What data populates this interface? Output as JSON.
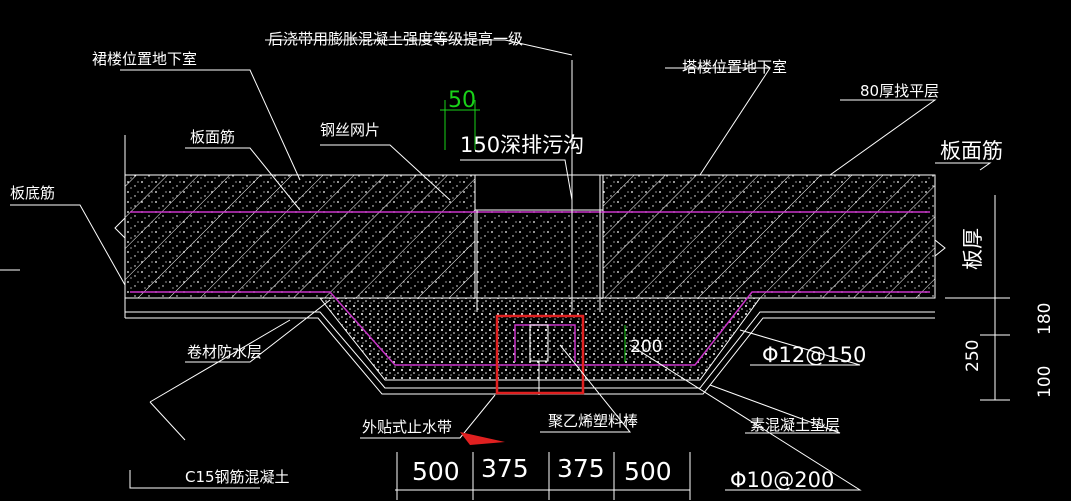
{
  "labels": {
    "title_note": "后浇带用膨胀混凝土强度等级提高一级",
    "annex_basement": "裙楼位置地下室",
    "tower_basement": "塔楼位置地下室",
    "screed": "80厚找平层",
    "top_rebar_left": "板面筋",
    "top_rebar_right": "板面筋",
    "wire_mesh": "钢丝网片",
    "drain_trench": "150深排污沟",
    "bottom_rebar": "板底筋",
    "membrane": "卷材防水层",
    "waterstop": "外贴式止水带",
    "pe_rod": "聚乙烯塑料棒",
    "plain_concrete": "素混凝土垫层",
    "c15": "C15钢筋混凝土",
    "rebar_12": "Φ12@150",
    "rebar_10": "Φ10@200",
    "slab_thickness": "板厚"
  },
  "dimensions": {
    "top_50": "50",
    "d200": "200",
    "bottom": [
      "500",
      "375",
      "375",
      "500"
    ],
    "right_180": "180",
    "right_250": "250",
    "right_100": "100"
  },
  "colors": {
    "background": "#000000",
    "line": "#ffffff",
    "rebar": "#c832c8",
    "dimension_green": "#19d219",
    "highlight_box": "#e02020",
    "arrow": "#e02020"
  }
}
